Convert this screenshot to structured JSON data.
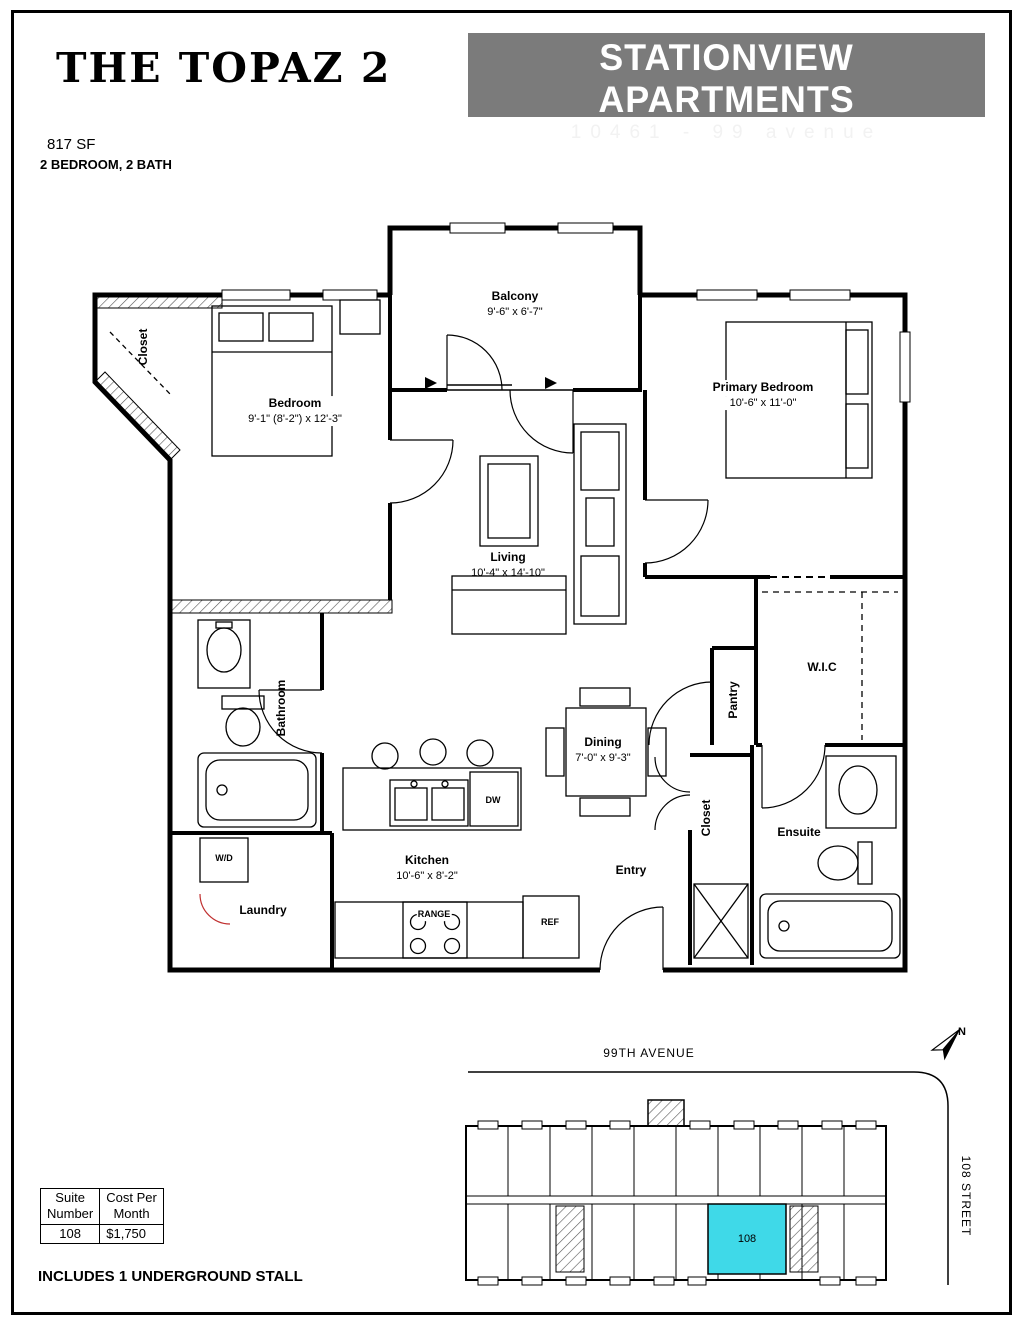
{
  "header": {
    "title": "THE TOPAZ 2",
    "area": "817 SF",
    "layout": "2 BEDROOM, 2 BATH"
  },
  "banner": {
    "name": "STATIONVIEW APARTMENTS",
    "address": "10461 - 99 avenue",
    "bg_color": "#7b7b7b"
  },
  "rooms": {
    "balcony": {
      "label": "Balcony",
      "dims": "9'-6\" x 6'-7\""
    },
    "bedroom": {
      "label": "Bedroom",
      "dims": "9'-1\" (8'-2\") x 12'-3\""
    },
    "primary_bedroom": {
      "label": "Primary Bedroom",
      "dims": "10'-6\" x 11'-0\""
    },
    "living": {
      "label": "Living",
      "dims": "10'-4\" x 14'-10\""
    },
    "dining": {
      "label": "Dining",
      "dims": "7'-0\" x 9'-3\""
    },
    "kitchen": {
      "label": "Kitchen",
      "dims": "10'-6\" x 8'-2\""
    },
    "bathroom": {
      "label": "Bathroom"
    },
    "ensuite": {
      "label": "Ensuite"
    },
    "wic": {
      "label": "W.I.C"
    },
    "pantry": {
      "label": "Pantry"
    },
    "closet_bedroom": {
      "label": "Closet"
    },
    "closet_entry": {
      "label": "Closet"
    },
    "entry": {
      "label": "Entry"
    },
    "laundry": {
      "label": "Laundry"
    }
  },
  "appliances": {
    "washer_dryer": "W/D",
    "range": "RANGE",
    "dishwasher": "DW",
    "fridge": "REF"
  },
  "site_plan": {
    "street_top": "99TH AVENUE",
    "street_right": "108 STREET",
    "highlighted_unit": "108",
    "highlight_color": "#3FD9E8",
    "north_label": "N"
  },
  "pricing_table": {
    "suite_header": "Suite\nNumber",
    "cost_header": "Cost Per\nMonth",
    "rows": [
      {
        "suite": "108",
        "cost": "$1,750"
      }
    ]
  },
  "footer": {
    "note": "INCLUDES 1 UNDERGROUND STALL"
  }
}
